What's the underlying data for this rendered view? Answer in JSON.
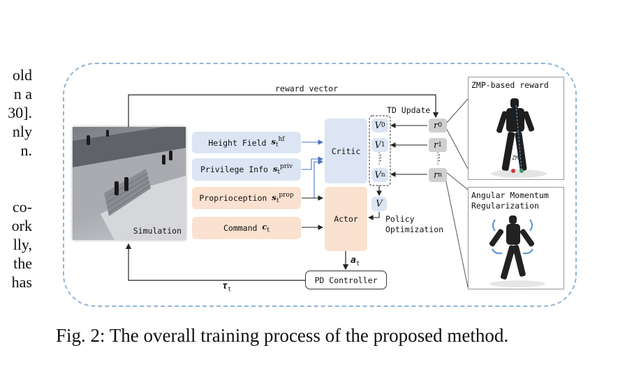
{
  "side_text": {
    "block1": [
      "old",
      "n a",
      "30].",
      "nly",
      "n."
    ],
    "block2": [
      "co-",
      "ork",
      "lly,",
      "the",
      "has"
    ]
  },
  "diagram": {
    "reward_vector": "reward vector",
    "td_update": "TD Update",
    "simulation": "Simulation",
    "inputs": {
      "height_field": "Height Field",
      "height_field_sym": "s",
      "height_field_sub": "t",
      "height_field_sup": "hf",
      "privilege_info": "Privilege Info",
      "privilege_sym": "s",
      "privilege_sub": "t",
      "privilege_sup": "priv",
      "proprioception": "Proprioception",
      "proprio_sym": "s",
      "proprio_sub": "t",
      "proprio_sup": "prop",
      "command": "Command",
      "command_sym": "c",
      "command_sub": "t"
    },
    "critic": "Critic",
    "actor": "Actor",
    "values": {
      "v0": "V",
      "v0_sup": "0",
      "v1": "V",
      "v1_sup": "1",
      "vn": "V",
      "vn_sup": "n",
      "dots": "⋮",
      "v": "V"
    },
    "rewards": {
      "r0": "r",
      "r0_sup": "0",
      "r1": "r",
      "r1_sup": "1",
      "rn": "r",
      "rn_sup": "n",
      "dots": "⋮"
    },
    "policy_optimization_1": "Policy",
    "policy_optimization_2": "Optimization",
    "action": "a",
    "action_sub": "t",
    "torque": "τ",
    "torque_sub": "t",
    "pd_controller": "PD Controller",
    "zmp_title": "ZMP-based reward",
    "zmp_label": "ZML",
    "angular_title_1": "Angular Momentum",
    "angular_title_2": "Regularization"
  },
  "caption": "Fig. 2: The overall training process of the proposed method.",
  "colors": {
    "critic_blue": "#dbe5f3",
    "actor_peach": "#fbe1cf",
    "frame_dash": "#8fb6d8",
    "arrow_blue": "#4a72c4",
    "reward_grey": "#cfcfcf"
  }
}
